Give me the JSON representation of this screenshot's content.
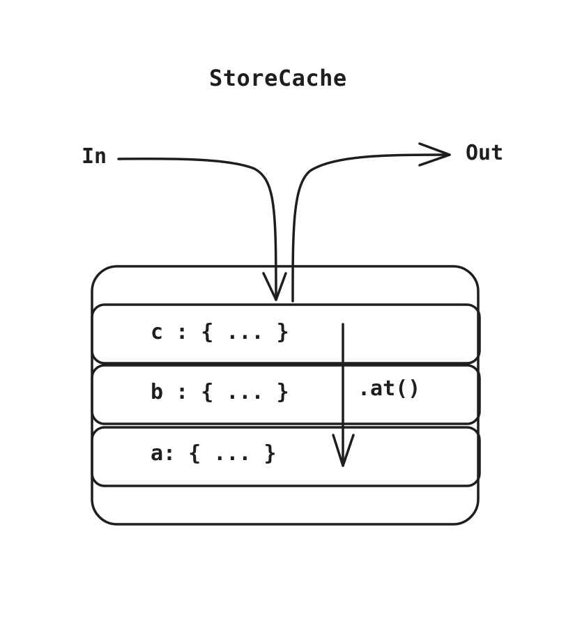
{
  "title": "StoreCache",
  "input_label": "In",
  "output_label": "Out",
  "rows": [
    {
      "key": "c",
      "text": "c : { ... }"
    },
    {
      "key": "b",
      "text": "b : { ... }"
    },
    {
      "key": "a",
      "text": "a: { ... }"
    }
  ],
  "access_label": ".at()",
  "colors": {
    "stroke": "#1e1e1e",
    "background": "#ffffff"
  }
}
